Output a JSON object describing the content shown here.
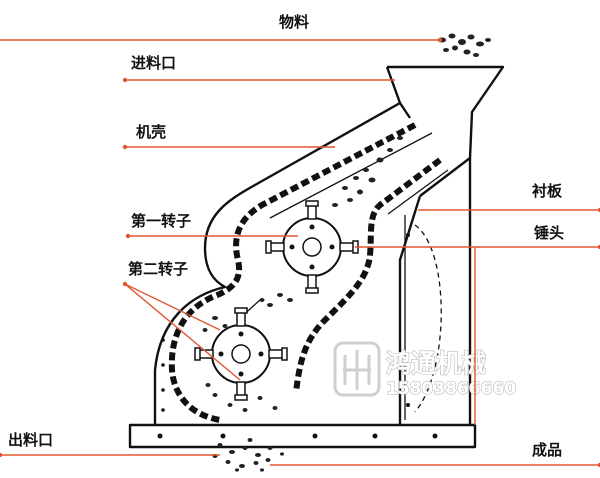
{
  "labels": {
    "material": "物料",
    "inlet": "进料口",
    "casing": "机壳",
    "liner": "衬板",
    "rotor1": "第一转子",
    "hammer": "锤头",
    "rotor2": "第二转子",
    "outlet": "出料口",
    "product": "成品"
  },
  "watermark": {
    "company": "鸿通机械",
    "phone": "15803866660"
  },
  "colors": {
    "leader": "#e0572f",
    "outline": "#111111",
    "watermark_stroke": "#b9b9b9"
  }
}
